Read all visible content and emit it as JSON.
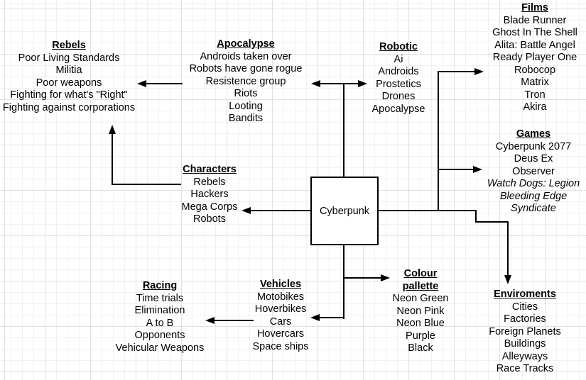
{
  "diagram": {
    "center": {
      "label": "Cyberpunk"
    },
    "sections": {
      "rebels": {
        "title": "Rebels",
        "items": [
          "Poor Living Standards",
          "Militia",
          "Poor weapons",
          "Fighting for what's \"Right\"",
          "Fighting against corporations"
        ]
      },
      "apocalypse": {
        "title": "Apocalypse",
        "items": [
          "Androids taken over",
          "Robots have gone rogue",
          "Resistence group",
          "Riots",
          "Looting",
          "Bandits"
        ]
      },
      "robotic": {
        "title": "Robotic",
        "items": [
          "Ai",
          "Androids",
          "Prostetics",
          "Drones",
          "Apocalypse"
        ]
      },
      "films": {
        "title": "Films",
        "items": [
          "Blade Runner",
          "Ghost In The Shell",
          "Alita: Battle Angel",
          "Ready Player One",
          "Robocop",
          "Matrix",
          "Tron",
          "Akira"
        ]
      },
      "games": {
        "title": "Games",
        "items": [
          "Cyberpunk 2077",
          "Deus Ex",
          "Observer",
          "Watch Dogs: Legion",
          "Bleeding Edge",
          "Syndicate"
        ]
      },
      "characters": {
        "title": "Characters",
        "items": [
          "Rebels",
          "Hackers",
          "Mega Corps",
          "Robots"
        ]
      },
      "racing": {
        "title": "Racing",
        "items": [
          "Time trials",
          "Elimination",
          "A to B",
          "Opponents",
          "Vehicular Weapons"
        ]
      },
      "vehicles": {
        "title": "Vehicles",
        "items": [
          "Motobikes",
          "Hoverbikes",
          "Cars",
          "Hovercars",
          "Space ships"
        ]
      },
      "colour": {
        "title": "Colour pallette",
        "items": [
          "Neon Green",
          "Neon Pink",
          "Neon Blue",
          "Purple",
          "Black"
        ]
      },
      "environments": {
        "title": "Enviroments",
        "items": [
          "Cities",
          "Factories",
          "Foreign Planets",
          "Buildings",
          "Alleyways",
          "Race Tracks"
        ]
      }
    },
    "colors": {
      "line": "#000000",
      "background": "#ffffff",
      "grid_minor": "#f1f1f1",
      "grid_major": "#e1e1e1"
    }
  }
}
